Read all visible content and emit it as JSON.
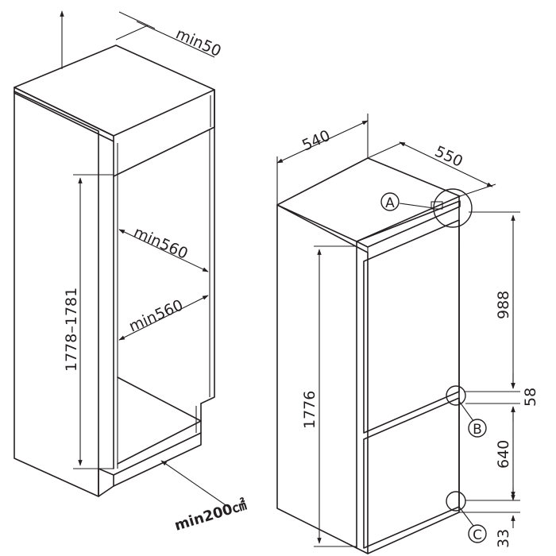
{
  "left_niche": {
    "top_clearance": "min50",
    "inner_width_upper": "min560",
    "inner_width_lower": "min560",
    "height": "1778–1781",
    "vent_area": "min200㎠"
  },
  "right_appliance": {
    "width": "540",
    "depth": "550",
    "height": "1776",
    "dim_upper_door": "988",
    "dim_gap": "58",
    "dim_lower_door": "640",
    "dim_bottom": "33",
    "label_a": "A",
    "label_b": "B",
    "label_c": "C"
  }
}
